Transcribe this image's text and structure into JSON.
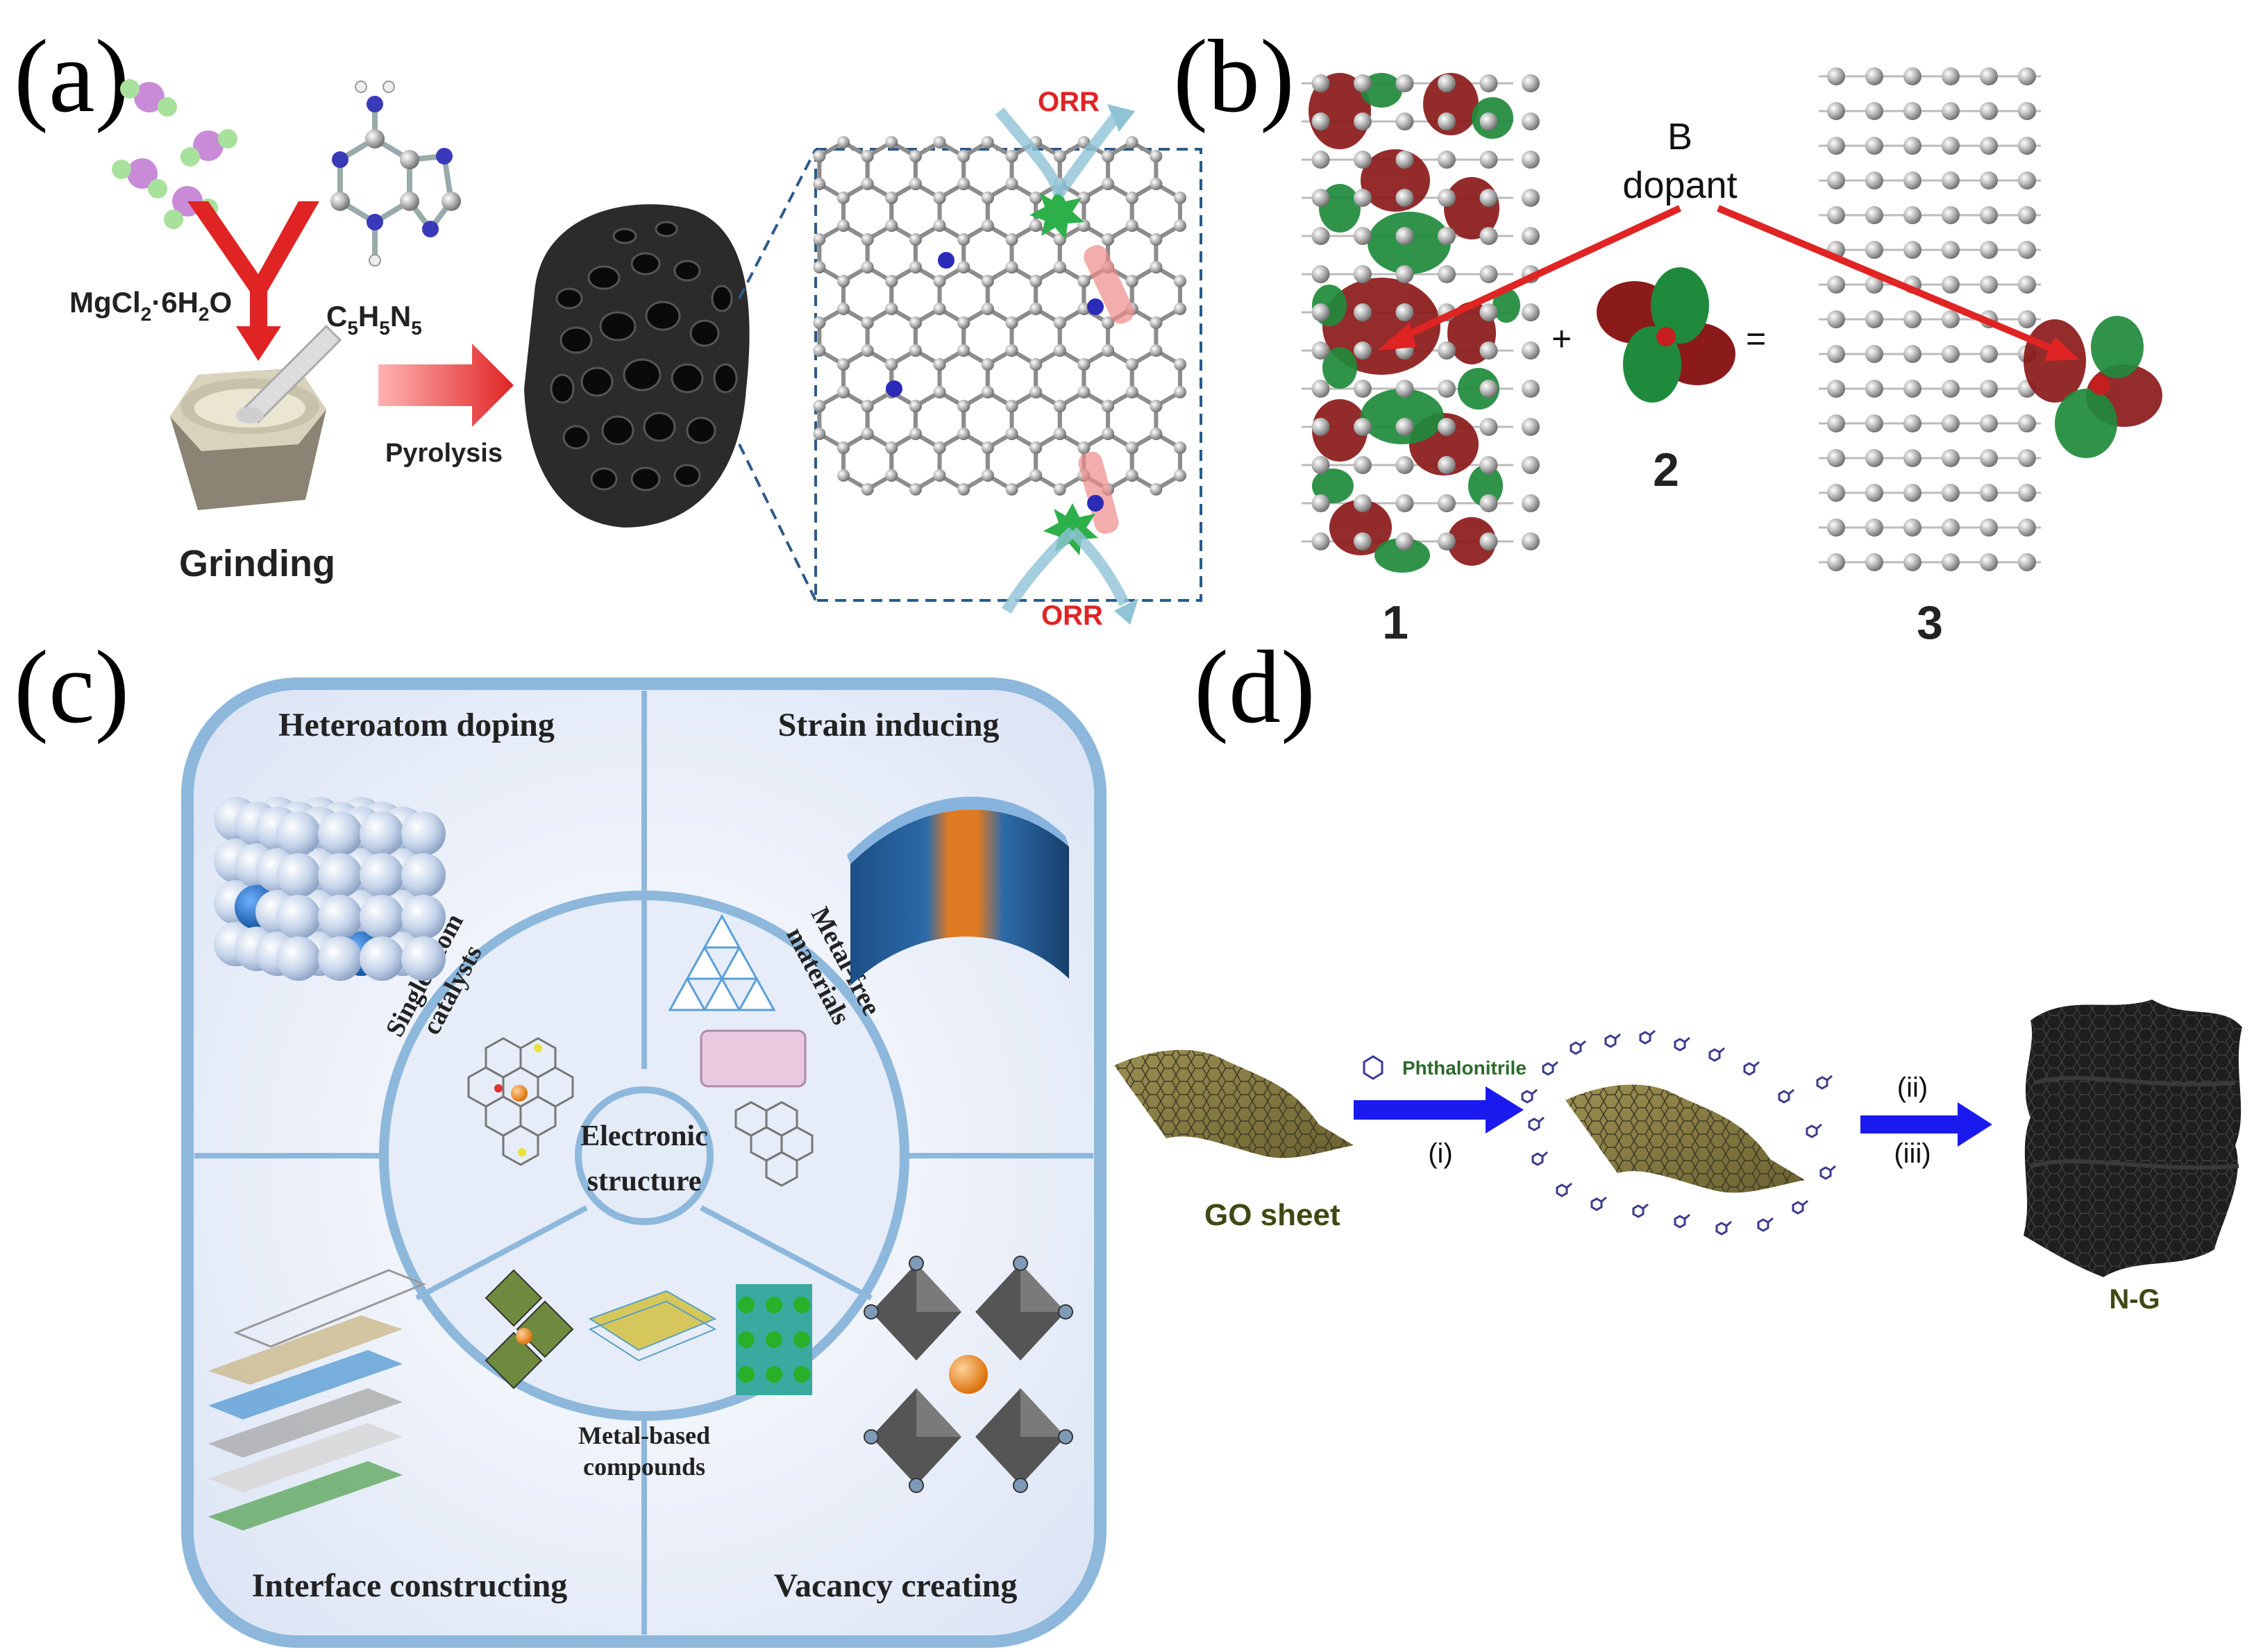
{
  "panels": {
    "a": {
      "label": "(a)",
      "precursor_salt": "MgCl",
      "salt_sub1": "2",
      "salt_tail": "·6H",
      "salt_sub2": "2",
      "salt_end": "O",
      "precursor_n_c": "C",
      "n_sub1": "5",
      "n_mid": "H",
      "n_sub2": "5",
      "n_mid2": "N",
      "n_sub3": "5",
      "step_grinding": "Grinding",
      "step_pyrolysis": "Pyrolysis",
      "orr_top": "ORR",
      "orr_bottom": "ORR"
    },
    "b": {
      "label": "(b)",
      "dopant_line1": "B",
      "dopant_line2": "dopant",
      "plus": "+",
      "equals": "=",
      "struct1": "1",
      "struct2": "2",
      "struct3": "3"
    },
    "c": {
      "label": "(c)",
      "q_heteroatom": "Heteroatom doping",
      "q_strain": "Strain inducing",
      "q_interface": "Interface constructing",
      "q_vacancy": "Vacancy creating",
      "center_line1": "Electronic",
      "center_line2": "structure",
      "sector_sac_line1": "Single-atom",
      "sector_sac_line2": "catalysts",
      "sector_mf_line1": "Metal-free",
      "sector_mf_line2": "materials",
      "sector_mb_line1": "Metal-based",
      "sector_mb_line2": "compounds"
    },
    "d": {
      "label": "(d)",
      "go_sheet": "GO sheet",
      "reagent": "Phthalonitrile",
      "step_i": "(i)",
      "step_ii": "(ii)",
      "step_iii": "(iii)",
      "product": "N-G"
    }
  },
  "colors": {
    "arrow_red": "#e02424",
    "arrow_blue": "#1a1aee",
    "orr_red": "#e02424",
    "orbital_red": "#8b1a1a",
    "orbital_green": "#1f8a3b",
    "frame_blue": "#8db8dc",
    "panel_bg": "#e6ecf8",
    "dopant_blue": "#1e5fb0",
    "olive_label": "#3d4a12"
  }
}
